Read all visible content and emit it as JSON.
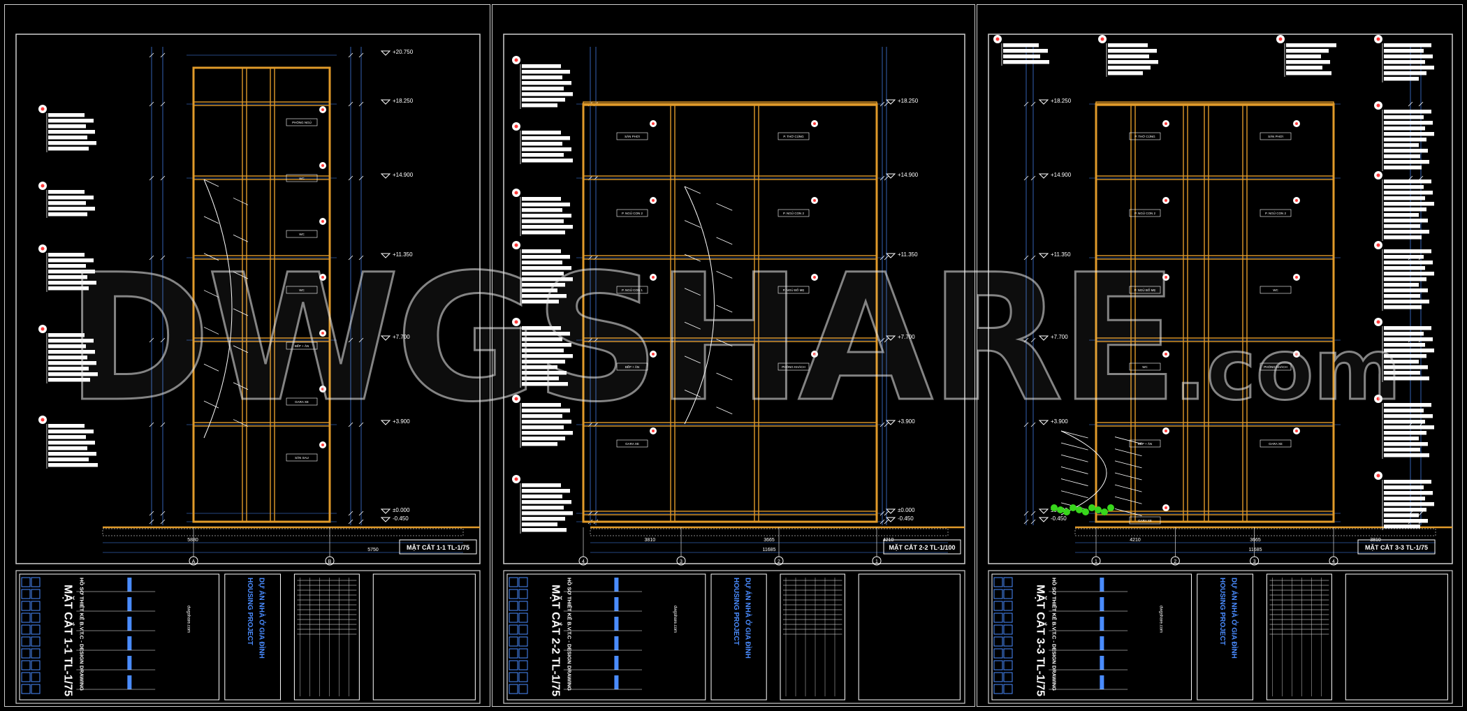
{
  "watermark": {
    "main": "DWGSHARE",
    "suffix": ".com"
  },
  "colors": {
    "background": "#000000",
    "wall": "#e09a2a",
    "dimension": "#4a8cff",
    "frame": "#cfcfcf",
    "marker": "#ff3a3a",
    "tag": "#ffffff",
    "plant": "#38d61c"
  },
  "sheets": [
    {
      "id": "s1",
      "section_title": "MẶT CẮT 1-1 TL-1/75",
      "tb_title": "MẶT CẮT 1-1 TL-1/75",
      "tb_project_en": "HOUSING PROJECT",
      "tb_project_vn": "DỰ ÁN NHÀ Ở GIA ĐÌNH",
      "tb_design": "HỒ SƠ THIẾT KẾ B.V.T.C - DESIGN DRAWING",
      "tb_site": "dwgshare.com",
      "levels": [
        "+20.750",
        "+18.250",
        "+14.900",
        "+11.350",
        "+7.700",
        "+3.900",
        "±0.000",
        "-0.450"
      ],
      "rooms": [
        "PHÒNG NGỦ",
        "WC",
        "WC",
        "WC",
        "BẾP + ĂN",
        "GARA XE",
        "SÂN SAU"
      ],
      "dims_bottom": [
        "5880",
        "5750"
      ],
      "grid_labels": [
        "A",
        "B"
      ]
    },
    {
      "id": "s2",
      "section_title": "MẶT CẮT 2-2 TL-1/100",
      "tb_title": "MẶT CẮT 2-2 TL-1/75",
      "tb_project_en": "HOUSING PROJECT",
      "tb_project_vn": "DỰ ÁN NHÀ Ở GIA ĐÌNH",
      "tb_design": "HỒ SƠ THIẾT KẾ B.V.T.C - DESIGN DRAWING",
      "tb_site": "dwgshare.com",
      "levels": [
        "+18.250",
        "+14.900",
        "+11.350",
        "+7.700",
        "+3.900",
        "±0.000",
        "-0.450"
      ],
      "rooms": [
        "SÂN PHƠI",
        "P. THỜ CÚNG",
        "P. NGỦ CON 2",
        "P. NGỦ CON 2",
        "P. NGỦ CON 1",
        "P. NGỦ BỐ MẸ",
        "BẾP + ĂN",
        "PHÒNG KHÁCH",
        "GARA XE"
      ],
      "dims_bottom": [
        "3810",
        "3665",
        "4210",
        "11685"
      ],
      "grid_labels": [
        "4",
        "3",
        "2",
        "1"
      ]
    },
    {
      "id": "s3",
      "section_title": "MẶT CẮT 3-3 TL-1/75",
      "tb_title": "MẶT CẮT 3-3 TL-1/75",
      "tb_project_en": "HOUSING PROJECT",
      "tb_project_vn": "DỰ ÁN NHÀ Ở GIA ĐÌNH",
      "tb_design": "HỒ SƠ THIẾT KẾ B.V.T.C - DESIGN DRAWING",
      "tb_site": "dwgshare.com",
      "levels": [
        "+18.250",
        "+14.900",
        "+11.350",
        "+7.700",
        "+3.900",
        "±0.000",
        "-0.450"
      ],
      "rooms": [
        "P. THỜ CÚNG",
        "SÂN PHƠI",
        "P. NGỦ CON 2",
        "P. NGỦ CON 2",
        "P. NGỦ BỐ MẸ",
        "WC",
        "WC",
        "PHÒNG KHÁCH",
        "BẾP + ĂN",
        "GARA XE",
        "GARA XE"
      ],
      "dims_bottom": [
        "4210",
        "3665",
        "3810",
        "11685"
      ],
      "grid_labels": [
        "1",
        "2",
        "3",
        "4"
      ]
    }
  ]
}
